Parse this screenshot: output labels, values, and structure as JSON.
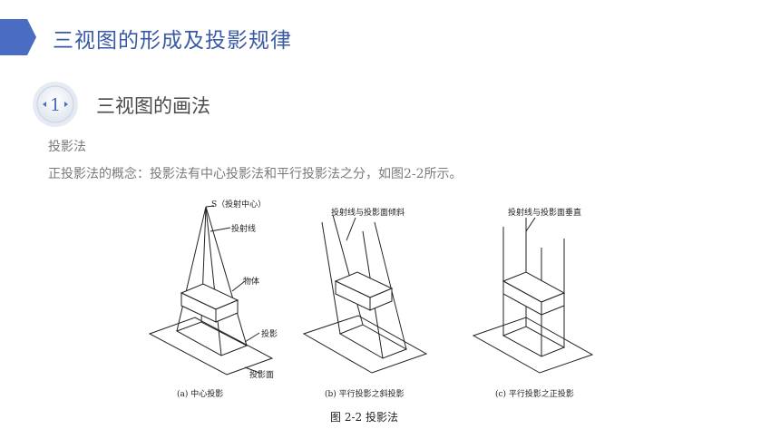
{
  "header": {
    "title": "三视图的形成及投影规律",
    "accent_color": "#4a6cc2"
  },
  "section": {
    "number": "1",
    "title": "三视图的画法"
  },
  "content": {
    "line1": "投影法",
    "line2": "正投影法的概念：投影法有中心投影法和平行投影法之分，如图2-2所示。"
  },
  "figure": {
    "panel_a": {
      "point_label": "S（投射中心）",
      "ray_label": "投射线",
      "object_label": "物体",
      "projection_label": "投影",
      "plane_label": "投影面",
      "caption": "(a) 中心投影"
    },
    "panel_b": {
      "top_label": "投射线与投影面倾斜",
      "caption": "(b) 平行投影之斜投影"
    },
    "panel_c": {
      "top_label": "投射线与投影面垂直",
      "caption": "(c) 平行投影之正投影"
    },
    "caption": "图 2-2    投影法"
  }
}
